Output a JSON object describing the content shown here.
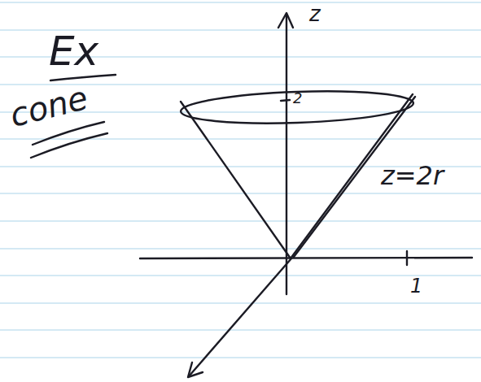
{
  "diagram": {
    "labels": [
      "Ex",
      "cone",
      "z",
      "2",
      "z=2r",
      "1"
    ]
  }
}
